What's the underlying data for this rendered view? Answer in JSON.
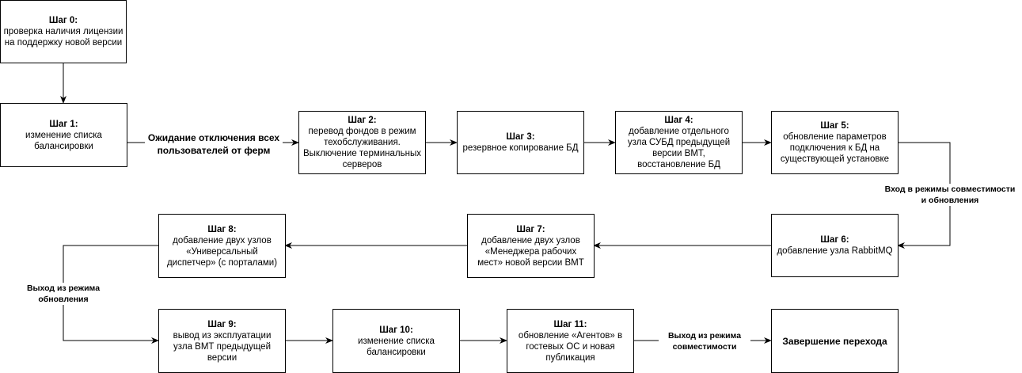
{
  "steps": {
    "s0": {
      "title": "Шаг 0:",
      "text": "проверка наличия лицензии на поддержку новой версии"
    },
    "s1": {
      "title": "Шаг 1:",
      "text": "изменение списка балансировки"
    },
    "s2": {
      "title": "Шаг 2:",
      "text": "перевод фондов в режим техобслуживания. Выключение терминальных серверов"
    },
    "s3": {
      "title": "Шаг 3:",
      "text": "резервное копирование БД"
    },
    "s4": {
      "title": "Шаг 4:",
      "text": "добавление отдельного узла СУБД предыдущей версии ВМТ, восстановление БД"
    },
    "s5": {
      "title": "Шаг 5:",
      "text": "обновление параметров подключения к БД на существующей установке"
    },
    "s6": {
      "title": "Шаг 6:",
      "text": "добавление узла RabbitMQ"
    },
    "s7": {
      "title": "Шаг 7:",
      "text": "добавление двух узлов «Менеджера рабочих мест» новой версии ВМТ"
    },
    "s8": {
      "title": "Шаг 8:",
      "text": "добавление двух узлов «Универсальный диспетчер» (с порталами)"
    },
    "s9": {
      "title": "Шаг 9:",
      "text": "вывод из эксплуатации узла ВМТ предыдущей версии"
    },
    "s10": {
      "title": "Шаг 10:",
      "text": "изменение списка балансировки"
    },
    "s11": {
      "title": "Шаг 11:",
      "text": "обновление «Агентов» в гостевых ОС и новая публикация"
    },
    "final": {
      "title": "Завершение перехода"
    }
  },
  "labels": {
    "wait_line1": "Ожидание отключения всех",
    "wait_line2": "пользователей от ферм",
    "compat_line1": "Вход в режимы совместимости",
    "compat_line2": "и обновления",
    "update_exit_line1": "Выход из режима",
    "update_exit_line2": "обновления",
    "compat_exit_line1": "Выход из режима",
    "compat_exit_line2": "совместимости"
  }
}
